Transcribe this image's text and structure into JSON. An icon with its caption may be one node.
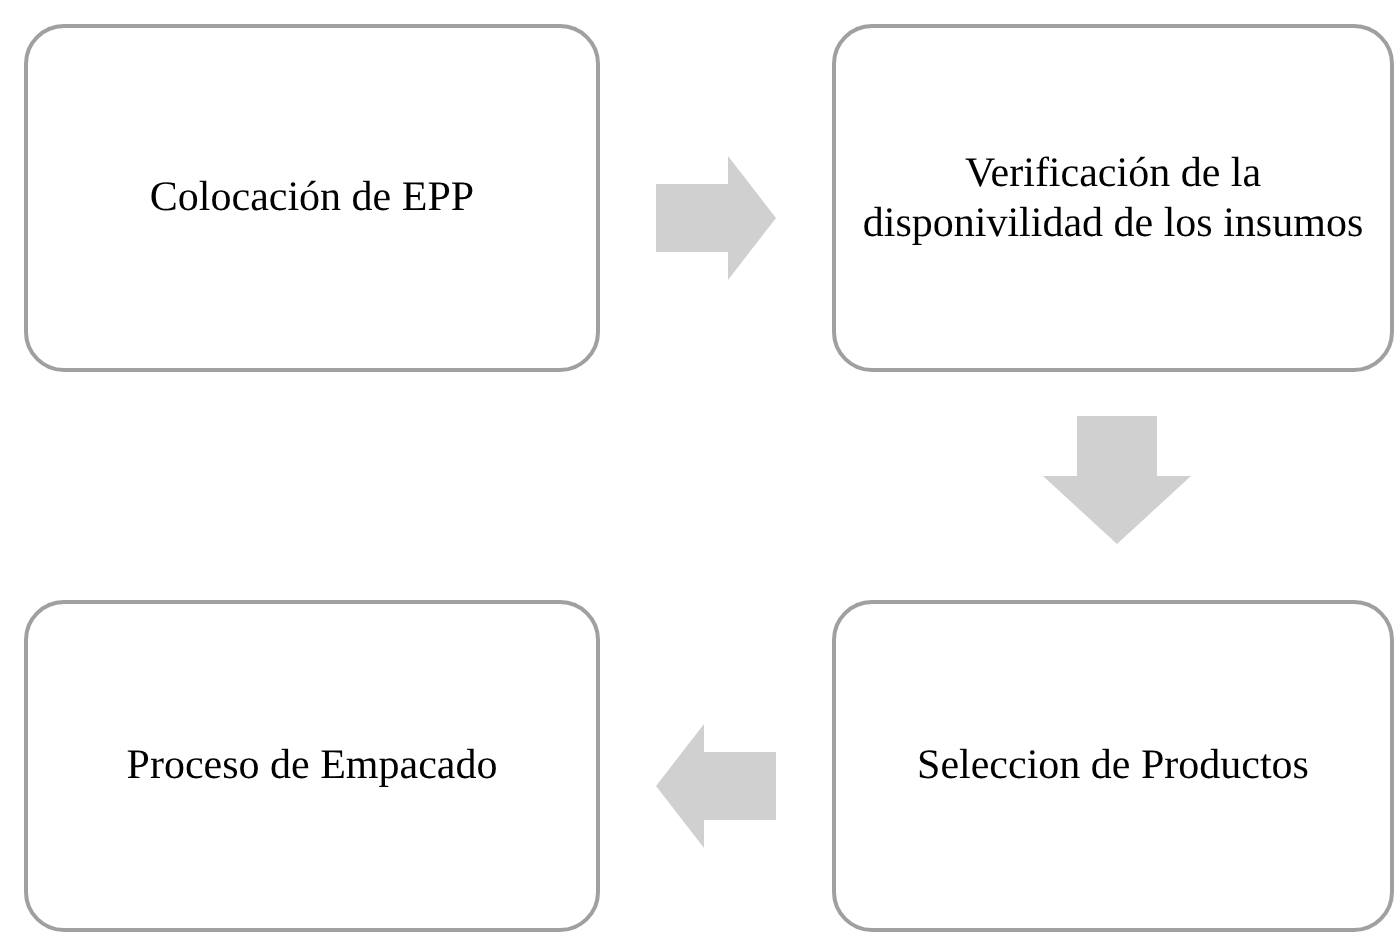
{
  "diagram": {
    "nodes": [
      {
        "text": [
          "Colocación de EPP"
        ]
      },
      {
        "text": [
          "Verificación de la disponivilidad de los insumos"
        ]
      },
      {
        "text": [
          "Seleccion de Productos"
        ]
      },
      {
        "text": [
          "Proceso de Empacado"
        ]
      }
    ],
    "edges": [
      {
        "from": 0,
        "to": 1,
        "arrow": "to"
      },
      {
        "from": 1,
        "to": 2,
        "arrow": "to"
      },
      {
        "from": 2,
        "to": 3,
        "arrow": "to"
      }
    ]
  }
}
